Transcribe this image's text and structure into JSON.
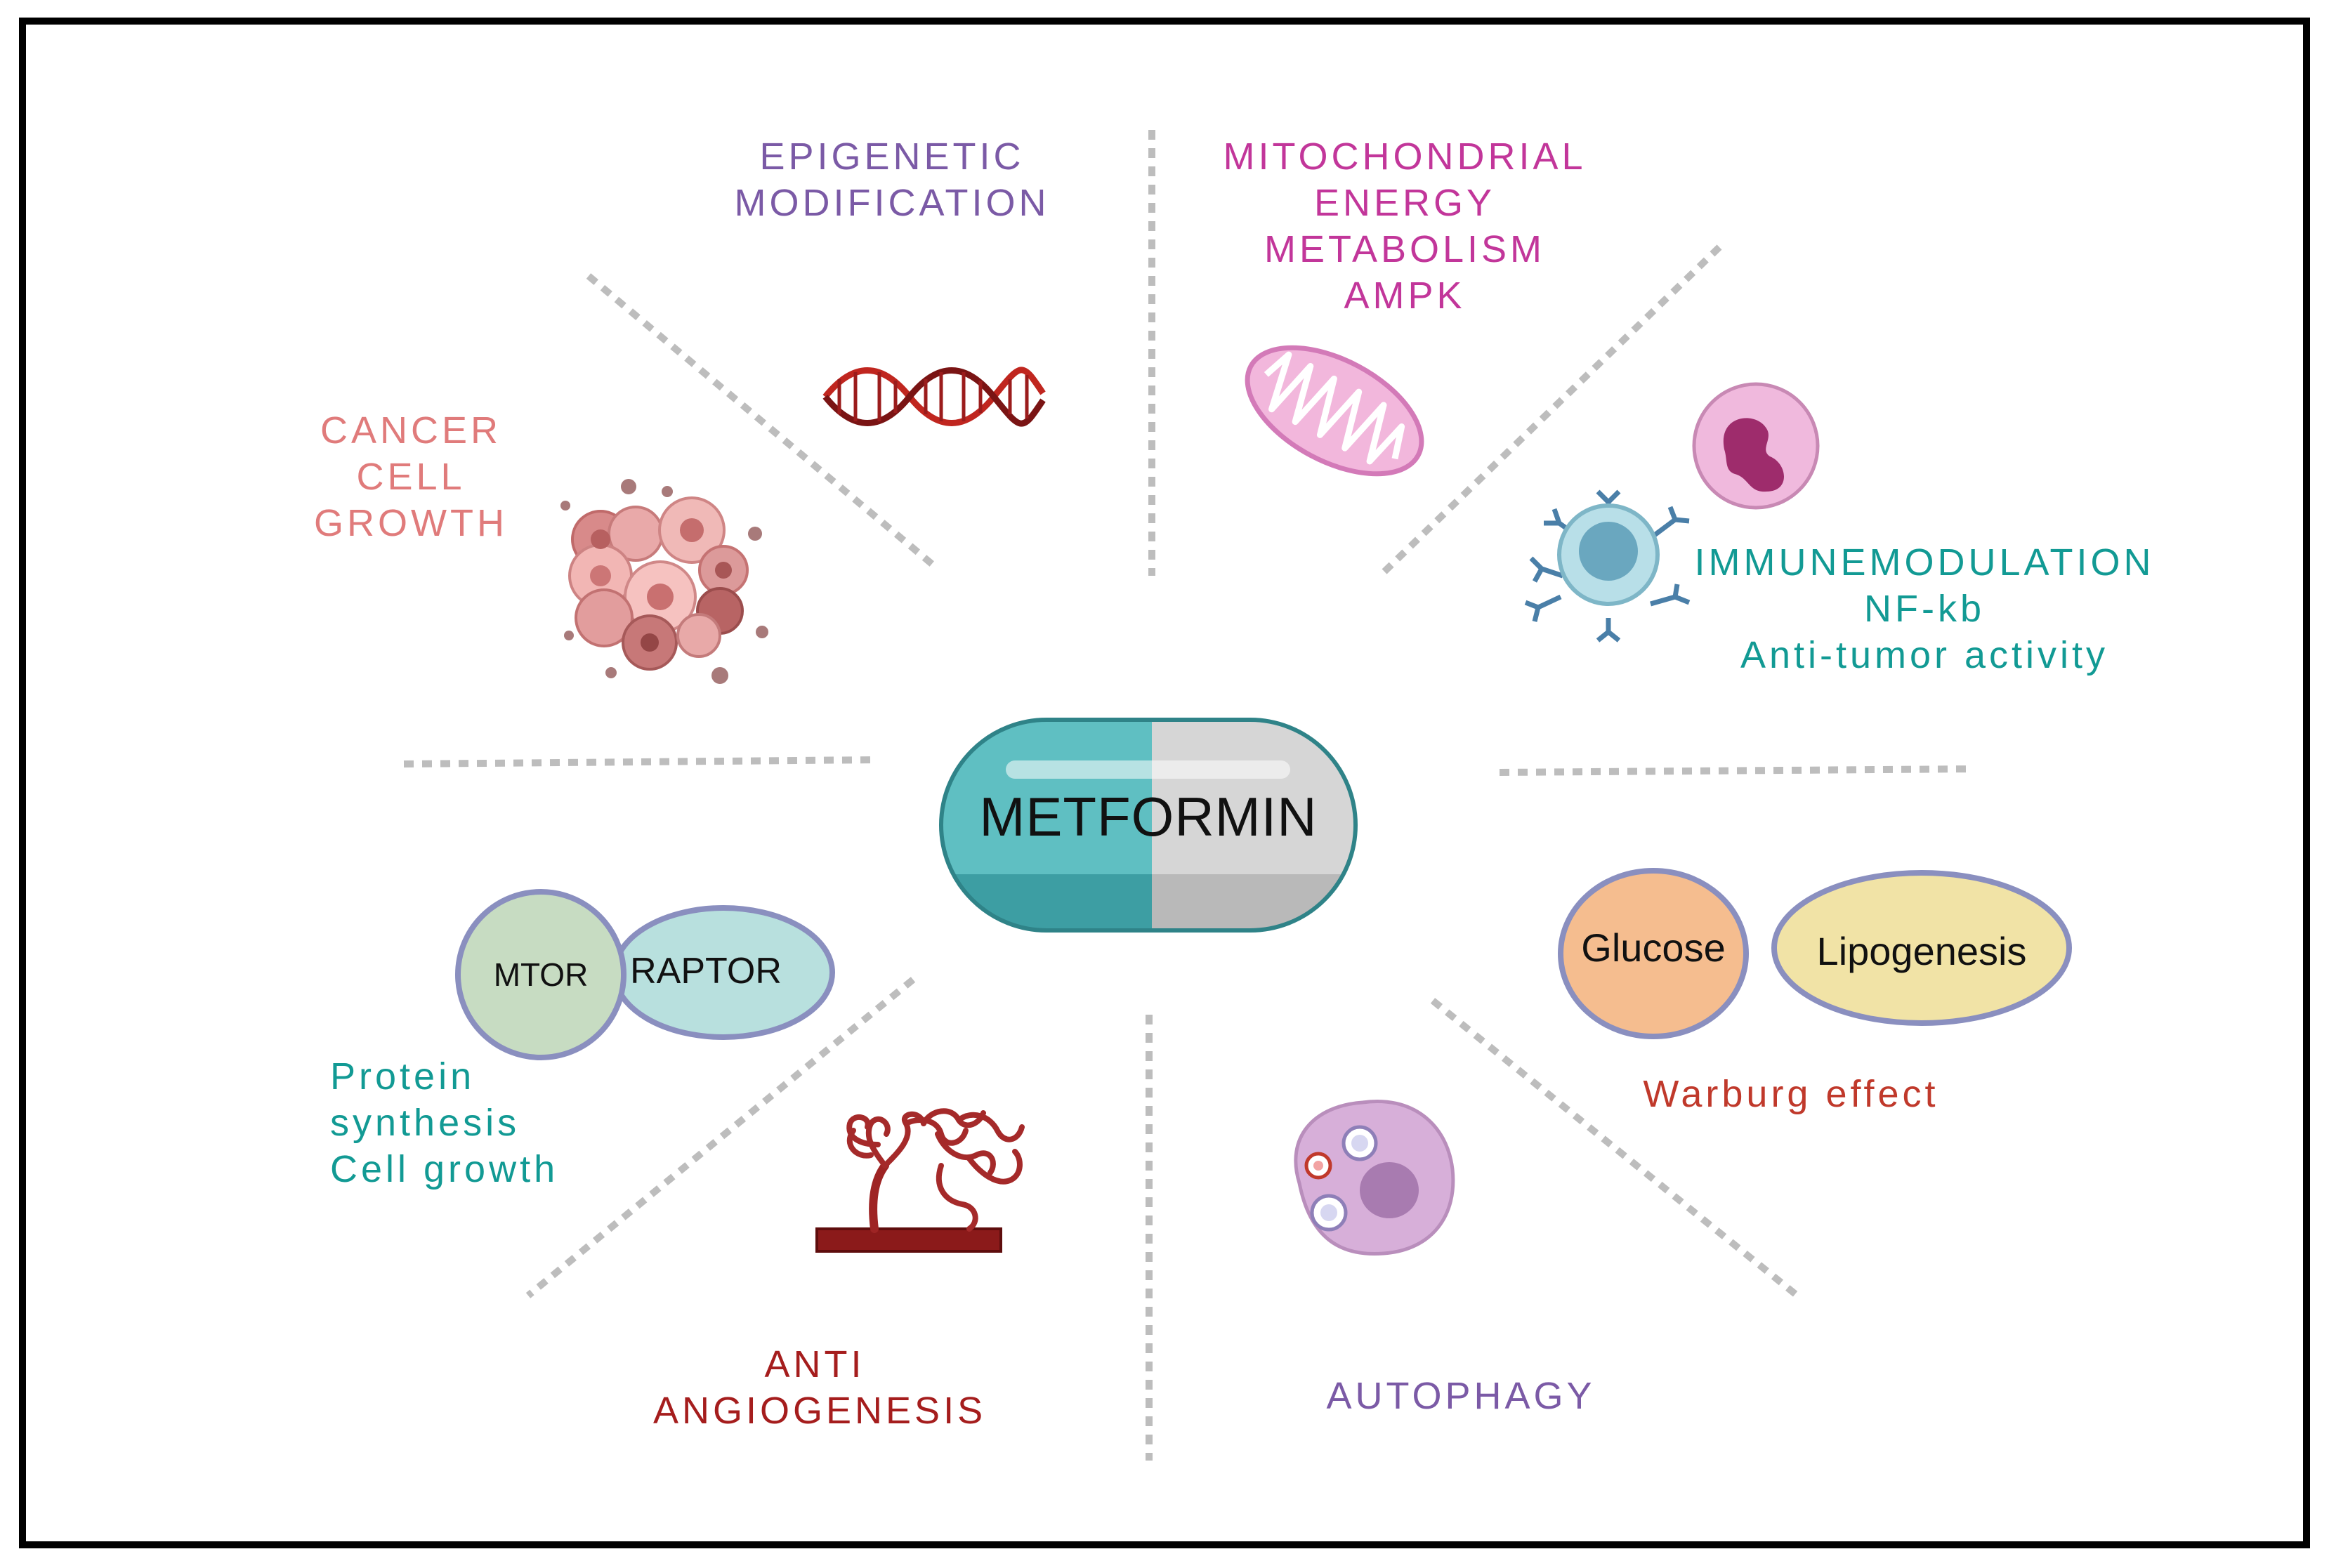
{
  "center": {
    "label": "METFORMIN"
  },
  "colors": {
    "epigenetic": "#7b5aa6",
    "mitochondrial": "#c2369a",
    "cancer": "#e07b7b",
    "immune": "#129a94",
    "protein": "#129a94",
    "warburg": "#c0392b",
    "angiogenesis": "#a51d1d",
    "autophagy": "#7b5aa6",
    "divider": "#bdbdbd",
    "frame": "#000000",
    "pill_teal": "#5fbfc2",
    "pill_grey": "#d6d6d6",
    "glucose": "#f5bd8f",
    "lipogenesis": "#f1e3a6",
    "mtor": "#c7dcc2",
    "raptor": "#b8e0de",
    "oval_border": "#8a8fbf"
  },
  "sections": {
    "epigenetic": {
      "lines": [
        "EPIGENETIC",
        "MODIFICATION"
      ],
      "icon": "dna-icon"
    },
    "mitochondrial": {
      "lines": [
        "MITOCHONDRIAL",
        "ENERGY",
        "METABOLISM",
        "AMPK"
      ],
      "icon": "mitochondrion-icon"
    },
    "cancer": {
      "lines": [
        "CANCER",
        "CELL",
        "GROWTH"
      ],
      "icon": "tumor-cells-icon"
    },
    "immune": {
      "lines": [
        "IMMUNEMODULATION",
        "NF-kb",
        "Anti-tumor activity"
      ],
      "icons": [
        "lymphocyte-icon",
        "neutrophil-icon"
      ]
    },
    "protein": {
      "lines": [
        "Protein",
        "synthesis",
        "Cell growth"
      ],
      "mtor_label": "MTOR",
      "raptor_label": "RAPTOR"
    },
    "warburg": {
      "lines": [
        "Warburg effect"
      ],
      "glucose_label": "Glucose",
      "lipogenesis_label": "Lipogenesis"
    },
    "angiogenesis": {
      "lines": [
        "ANTI",
        "ANGIOGENESIS"
      ],
      "icon": "blood-vessel-icon"
    },
    "autophagy": {
      "lines": [
        "AUTOPHAGY"
      ],
      "icon": "autophagy-cell-icon"
    }
  }
}
